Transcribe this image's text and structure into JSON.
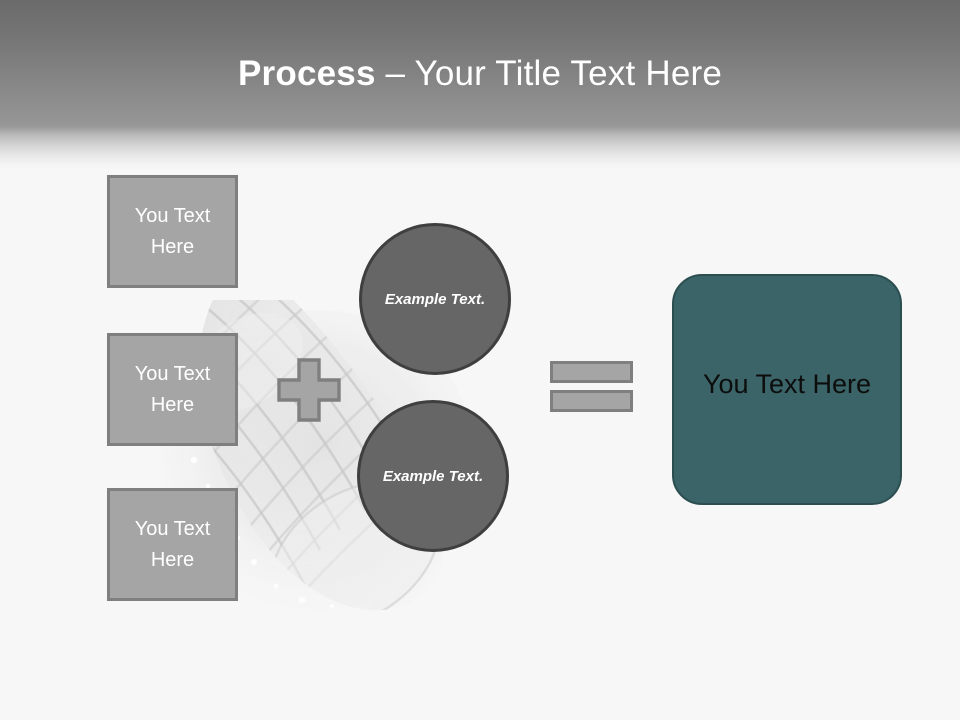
{
  "slide": {
    "title_strong": "Process",
    "title_separator": " – ",
    "title_light": "Your Title Text Here",
    "background_color": "#f7f7f7",
    "accent_color": "#3a6467",
    "gray_fill": "#a5a5a5",
    "gray_border": "#7f7f7f",
    "circle_fill": "#666666",
    "circle_border": "#3f3f3f",
    "header_gradient_top": "#6b6b6b",
    "header_gradient_bottom": "#f7f7f7"
  },
  "inputs": [
    {
      "label": "You Text Here"
    },
    {
      "label": "You Text Here"
    },
    {
      "label": "You Text Here"
    }
  ],
  "operators": {
    "plus": "plus-sign",
    "equals": "equals-sign"
  },
  "circles": [
    {
      "label": "Example Text."
    },
    {
      "label": "Example Text."
    }
  ],
  "result": {
    "label": "You Text Here"
  },
  "watermark": {
    "name": "braided-mesh-tube-watermark"
  }
}
